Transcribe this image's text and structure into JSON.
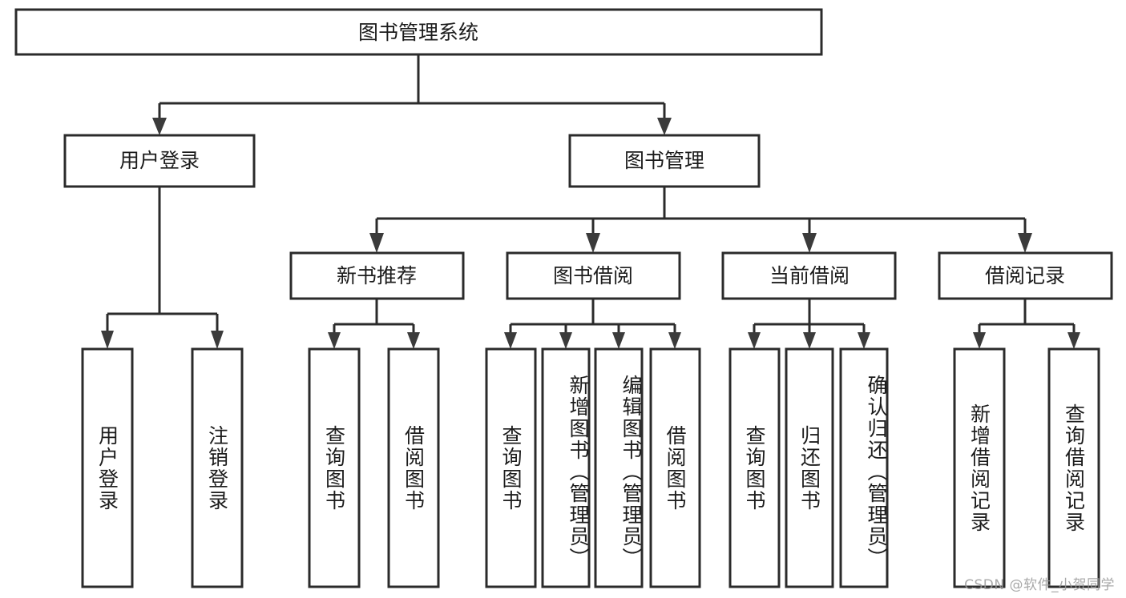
{
  "diagram": {
    "type": "tree-hierarchy-flowchart",
    "title": "图书管理系统",
    "orientation": "top-down",
    "colors": {
      "box_border": "#2b2b2b",
      "box_fill": "#ffffff",
      "connector": "#2b2b2b",
      "arrow": "#3b3b3b",
      "text": "#1c1c1c",
      "watermark": "#9a9a9a",
      "background": "#ffffff"
    },
    "root": {
      "id": "root",
      "label": "图书管理系统",
      "level": 1
    },
    "level2": [
      {
        "id": "user-login",
        "label": "用户登录",
        "level": 2
      },
      {
        "id": "book-management",
        "label": "图书管理",
        "level": 2
      }
    ],
    "level3": [
      {
        "id": "new-book-recommend",
        "label": "新书推荐",
        "level": 3,
        "parent": "book-management"
      },
      {
        "id": "book-borrow",
        "label": "图书借阅",
        "level": 3,
        "parent": "book-management"
      },
      {
        "id": "current-borrow",
        "label": "当前借阅",
        "level": 3,
        "parent": "book-management"
      },
      {
        "id": "borrow-record",
        "label": "借阅记录",
        "level": 3,
        "parent": "book-management"
      }
    ],
    "leaves": [
      {
        "id": "leaf-user-login",
        "label": "用户登录",
        "parent": "user-login"
      },
      {
        "id": "leaf-user-logout",
        "label": "注销登录",
        "parent": "user-login"
      },
      {
        "id": "leaf-query-books-rec",
        "label": "查询图书",
        "parent": "new-book-recommend"
      },
      {
        "id": "leaf-borrow-books-rec",
        "label": "借阅图书",
        "parent": "new-book-recommend"
      },
      {
        "id": "leaf-query-books-borrow",
        "label": "查询图书",
        "parent": "book-borrow"
      },
      {
        "id": "leaf-add-book",
        "label": "新增图书（管理员）",
        "parent": "book-borrow"
      },
      {
        "id": "leaf-edit-book",
        "label": "编辑图书（管理员）",
        "parent": "book-borrow"
      },
      {
        "id": "leaf-borrow-book",
        "label": "借阅图书",
        "parent": "book-borrow"
      },
      {
        "id": "leaf-query-books-current",
        "label": "查询图书",
        "parent": "current-borrow"
      },
      {
        "id": "leaf-return-book",
        "label": "归还图书",
        "parent": "current-borrow"
      },
      {
        "id": "leaf-confirm-return",
        "label": "确认归还（管理员）",
        "parent": "current-borrow"
      },
      {
        "id": "leaf-add-record",
        "label": "新增借阅记录",
        "parent": "borrow-record"
      },
      {
        "id": "leaf-query-record",
        "label": "查询借阅记录",
        "parent": "borrow-record"
      }
    ]
  },
  "watermark": {
    "text": "CSDN @软件_小贺同学"
  }
}
